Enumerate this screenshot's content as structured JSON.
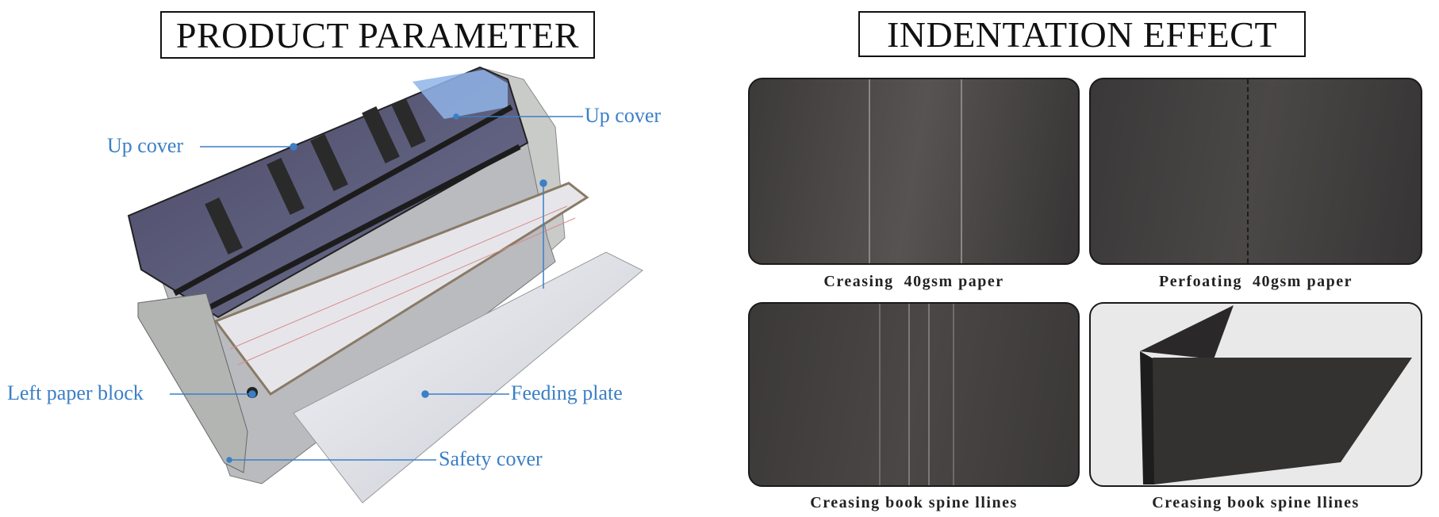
{
  "left": {
    "title": "PRODUCT PARAMETER",
    "labels": {
      "up_cover_right": "Up cover",
      "up_cover_left": "Up cover",
      "left_paper_block": "Left paper block",
      "feeding_plate": "Feeding plate",
      "safety_cover": "Safety cover"
    },
    "accent_color": "#3b7fc6"
  },
  "right": {
    "title": "INDENTATION EFFECT",
    "panels": [
      {
        "caption": "Creasing  40gsm paper"
      },
      {
        "caption": "Perfoating  40gsm paper"
      },
      {
        "caption": "Creasing book spine llines"
      },
      {
        "caption": "Creasing book spine llines"
      }
    ]
  }
}
